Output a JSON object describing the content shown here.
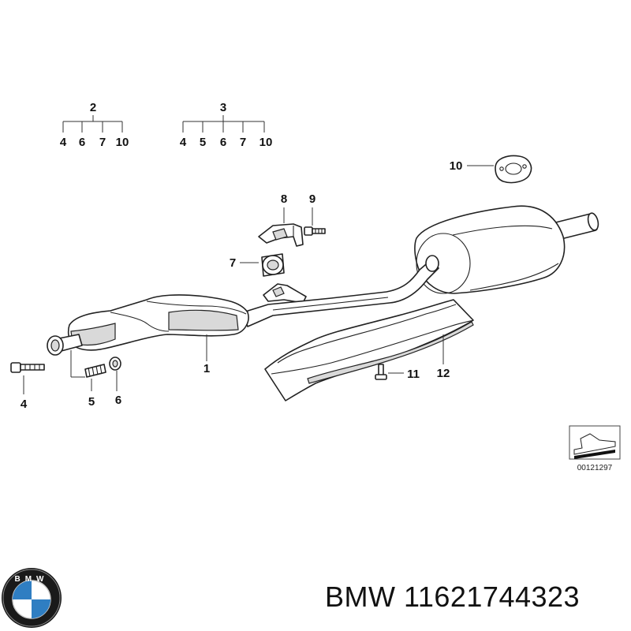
{
  "callouts": {
    "group2": {
      "top": "2",
      "items": [
        "4",
        "6",
        "7",
        "10"
      ]
    },
    "group3": {
      "top": "3",
      "items": [
        "4",
        "5",
        "6",
        "7",
        "10"
      ]
    },
    "part_1": "1",
    "part_4": "4",
    "part_5": "5",
    "part_6": "6",
    "part_7": "7",
    "part_8": "8",
    "part_9": "9",
    "part_10": "10",
    "part_11": "11",
    "part_12": "12"
  },
  "diagram_ref": "00121297",
  "caption": {
    "brand": "BMW",
    "part_number": "11621744323"
  },
  "colors": {
    "line": "#222222",
    "bmw_blue": "#2f7ec2",
    "bmw_ring": "#1a1a1a"
  },
  "logo": {
    "letters": "BMW"
  }
}
